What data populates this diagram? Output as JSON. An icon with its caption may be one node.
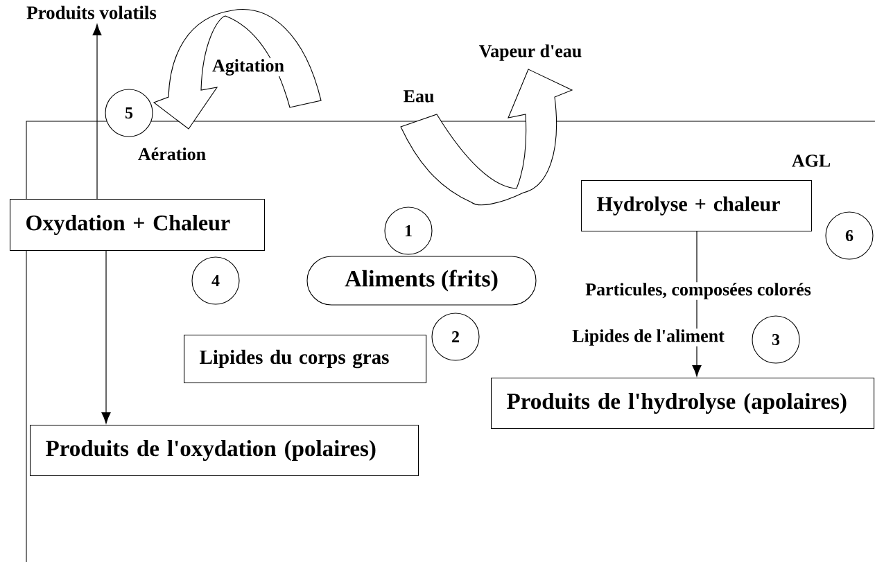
{
  "diagram": {
    "nodes": [
      {
        "text": [
          "Produits volatils"
        ]
      },
      {
        "text": [
          "Oxydation + Chaleur"
        ]
      },
      {
        "text": [
          "Produits de l'oxydation (polaires)"
        ]
      },
      {
        "text": [
          "5"
        ]
      },
      {
        "text": [
          "4"
        ]
      },
      {
        "text": [
          "1"
        ]
      },
      {
        "text": [
          "Aliments (frits)"
        ]
      },
      {
        "text": [
          "2"
        ]
      },
      {
        "text": [
          "Lipides du corps gras"
        ]
      },
      {
        "text": [
          "Hydrolyse + chaleur"
        ]
      },
      {
        "text": [
          "6"
        ]
      },
      {
        "text": [
          "3"
        ]
      },
      {
        "text": [
          "Produits de l'hydrolyse (apolaires)"
        ]
      }
    ],
    "edges": [
      {
        "from": 1,
        "to": 0,
        "arrow": "to"
      },
      {
        "from": 1,
        "to": 2,
        "arrow": "to"
      },
      {
        "from": 9,
        "to": 12,
        "arrow": "to"
      }
    ],
    "labels": [
      "Agitation",
      "Aération",
      "Eau",
      "Vapeur d'eau",
      "AGL",
      "Particules, composées colorés",
      "Lipides de l'aliment"
    ]
  }
}
